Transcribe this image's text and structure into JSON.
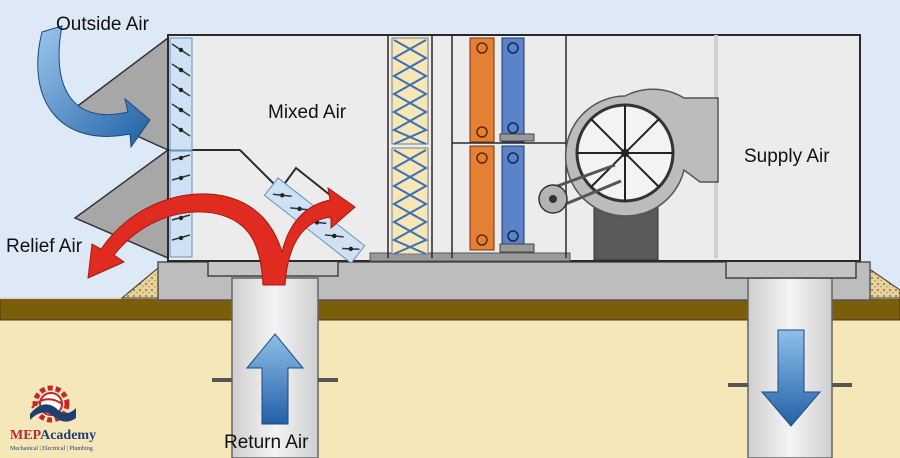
{
  "labels": {
    "outside_air": "Outside Air",
    "relief_air": "Relief Air",
    "mixed_air": "Mixed Air",
    "supply_air": "Supply Air",
    "return_air": "Return Air"
  },
  "logo": {
    "name_bold": "MEP",
    "name_rest": "Academy",
    "tagline": "Mechanical | Electrical | Plumbing"
  },
  "colors": {
    "sky": "#dde9f6",
    "ground": "#f6e7b9",
    "roof_band": "#7a5e0c",
    "unit_body": "#ececec",
    "unit_outline": "#2a2a2a",
    "damper_glass": "#cfe2f5",
    "filter": "#f7e6b6",
    "heating_coil": "#e58034",
    "cooling_coil": "#5b83c9",
    "fan_housing": "#bcbcbc",
    "arrow_blue": "#3a7fc4",
    "arrow_red": "#e02b20"
  }
}
